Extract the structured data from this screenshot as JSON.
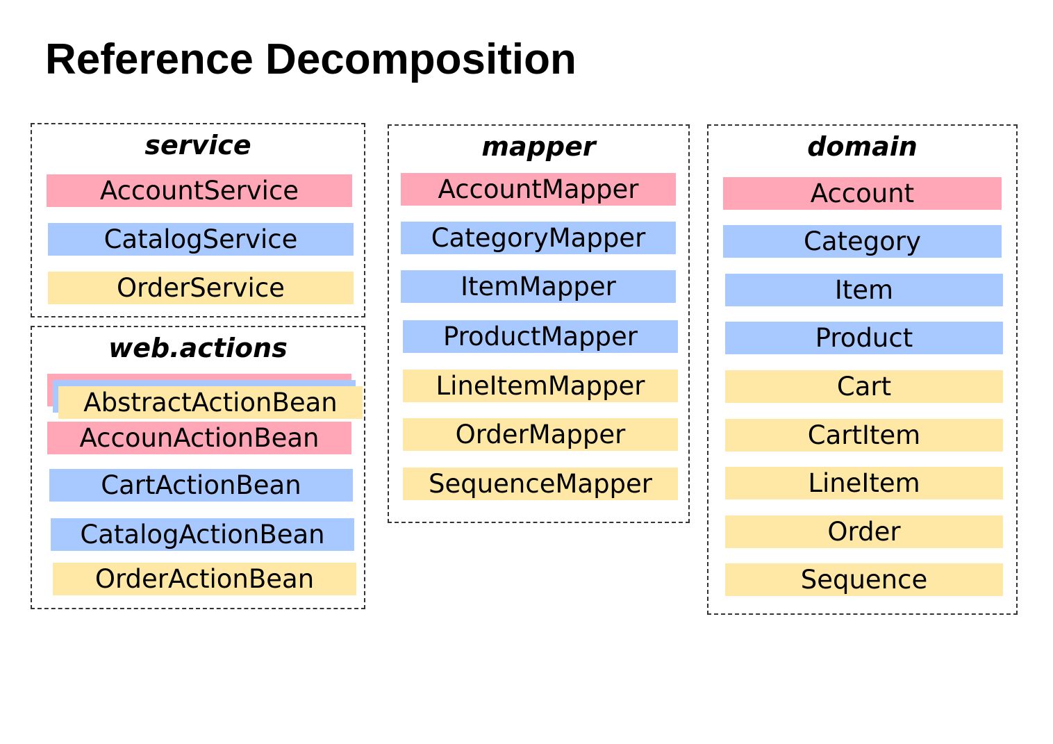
{
  "title": "Reference Decomposition",
  "colors": {
    "account": "#ffa7b6",
    "catalog": "#a8c9ff",
    "order": "#ffe8a5",
    "border": "#333333"
  },
  "packages": {
    "service": {
      "label": "service",
      "classes": [
        "AccountService",
        "CatalogService",
        "OrderService"
      ]
    },
    "web_actions": {
      "label": "web.actions",
      "classes": [
        "AbstractActionBean",
        "AccounActionBean",
        "CartActionBean",
        "CatalogActionBean",
        "OrderActionBean"
      ]
    },
    "mapper": {
      "label": "mapper",
      "classes": [
        "AccountMapper",
        "CategoryMapper",
        "ItemMapper",
        "ProductMapper",
        "LineItemMapper",
        "OrderMapper",
        "SequenceMapper"
      ]
    },
    "domain": {
      "label": "domain",
      "classes": [
        "Account",
        "Category",
        "Item",
        "Product",
        "Cart",
        "CartItem",
        "LineItem",
        "Order",
        "Sequence"
      ]
    }
  }
}
